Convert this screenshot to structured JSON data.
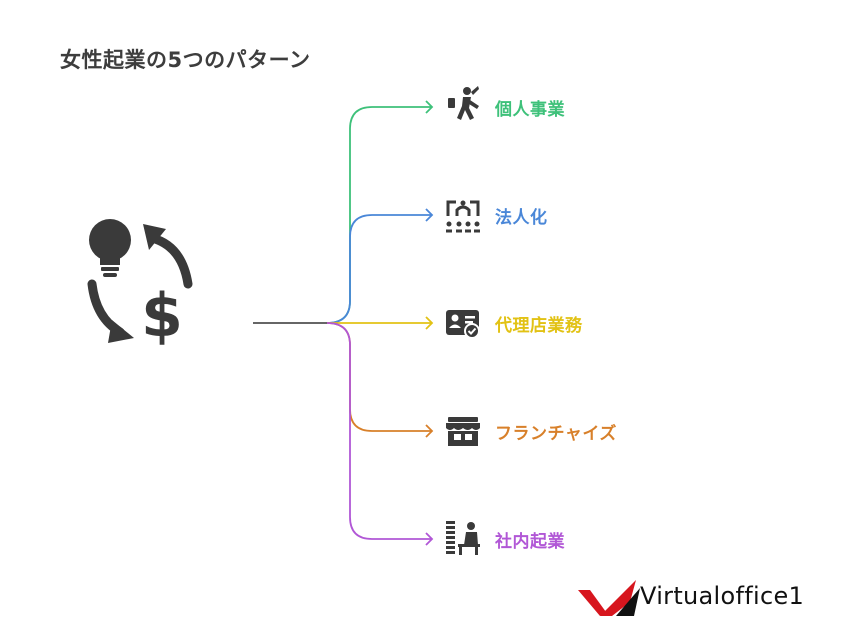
{
  "title": "女性起業の5つのパターン",
  "branches": [
    {
      "label": "個人事業",
      "color": "#3ec17a",
      "icon": "running-person-icon"
    },
    {
      "label": "法人化",
      "color": "#4a87d8",
      "icon": "organization-structure-icon"
    },
    {
      "label": "代理店業務",
      "color": "#e2c214",
      "icon": "id-card-check-icon"
    },
    {
      "label": "フランチャイズ",
      "color": "#d8802a",
      "icon": "storefront-icon"
    },
    {
      "label": "社内起業",
      "color": "#b157d6",
      "icon": "person-at-desk-icon"
    }
  ],
  "central_icon": "lightbulb-dollar-cycle-icon",
  "brand": {
    "name": "Virtualoffice1",
    "accent": "#d7161e"
  }
}
